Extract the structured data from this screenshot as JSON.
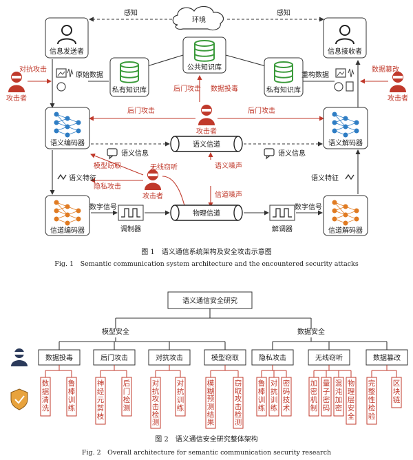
{
  "fig1": {
    "environment": "环境",
    "perception": "感知",
    "sender": "信息发送者",
    "receiver": "信息接收者",
    "public_kb": "公共知识库",
    "private_kb": "私有知识库",
    "raw_data": "原始数据",
    "reconstructed_data": "重构数据",
    "attacker": "攻击者",
    "adversarial_attack": "对抗攻击",
    "data_tampering": "数据篡改",
    "backdoor_attack": "后门攻击",
    "data_poisoning": "数据投毒",
    "semantic_encoder": "语义编码器",
    "semantic_decoder": "语义解码器",
    "semantic_channel": "语义信道",
    "semantic_info": "语义信息",
    "model_stealing": "模型窃取",
    "wireless_eavesdrop": "无线窃听",
    "privacy_attack": "隐私攻击",
    "semantic_noise": "语义噪声",
    "channel_noise": "信道噪声",
    "semantic_feature": "语义特征",
    "digital_signal": "数字信号",
    "modulator": "调制器",
    "demodulator": "解调器",
    "physical_channel": "物理信道",
    "channel_encoder": "信道编码器",
    "channel_decoder": "信道解码器",
    "caption_cn": "图 1　语义通信系统架构及安全攻击示意图",
    "caption_en": "Fig. 1　Semantic communication system architecture and the encountered security attacks"
  },
  "fig2": {
    "root": "语义通信安全研究",
    "model_security": "模型安全",
    "data_security": "数据安全",
    "attacks": [
      "数据投毒",
      "后门攻击",
      "对抗攻击",
      "模型窃取",
      "隐私攻击",
      "无线窃听",
      "数据篡改"
    ],
    "defenses": [
      "数据清洗",
      "鲁棒训练",
      "神经元剪枝",
      "后门检测",
      "对抗攻击检测",
      "对抗训练",
      "模糊预测结果",
      "窃取攻击检测",
      "鲁棒训练",
      "对抗训练",
      "密码技术",
      "加密机制",
      "量子密码",
      "混沌加密",
      "物理层安全",
      "完整性检验",
      "区块链"
    ],
    "caption_cn": "图 2　语义通信安全研究整体架构",
    "caption_en": "Fig. 2　Overall architecture for semantic communication security research"
  },
  "colors": {
    "accent_red": "#c0392b",
    "kb_green": "#3a9a3a",
    "encoder_blue": "#2e7dc4",
    "channel_orange": "#e07b22"
  }
}
